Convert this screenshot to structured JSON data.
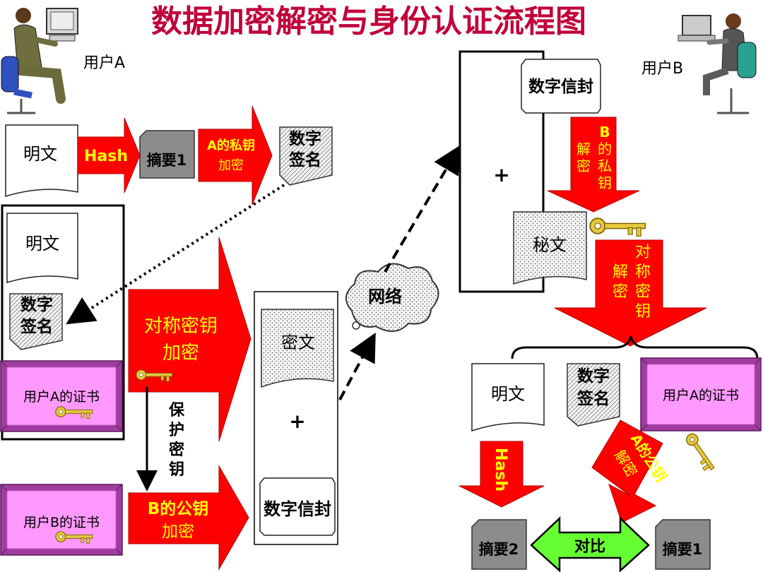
{
  "title": "数据加密解密与身份认证流程图",
  "user_a": "用户A",
  "user_b": "用户B",
  "left": {
    "plaintext": "明文",
    "hash_label": "Hash",
    "digest1": "摘要1",
    "sign_arrow": [
      "A的私钥",
      "加密"
    ],
    "signature": [
      "数字",
      "签名"
    ],
    "box_plaintext": "明文",
    "box_signature": [
      "数字",
      "签名"
    ],
    "cert_a": "用户A的证书",
    "sym_encrypt_arrow": [
      "对称密钥",
      "加密"
    ],
    "protect_key": [
      "保",
      "护",
      "密",
      "钥"
    ],
    "cert_b": "用户B的证书",
    "pub_encrypt_arrow": [
      "B的公钥",
      "加密"
    ]
  },
  "middle": {
    "ciphertext": "密文",
    "plus": "+",
    "envelope": "数字信封",
    "network": "网络"
  },
  "right": {
    "envelope": "数字信封",
    "plus": "+",
    "priv_decrypt_arrow": [
      "B",
      "的",
      "私",
      "钥"
    ],
    "priv_decrypt_arrow2": [
      "解",
      "密"
    ],
    "ciphertext": "秘文",
    "sym_decrypt_arrow": [
      "对",
      "称",
      "密",
      "钥"
    ],
    "sym_decrypt_arrow2": [
      "解",
      "密"
    ],
    "plaintext": "明文",
    "signature": [
      "数字",
      "签名"
    ],
    "cert_a": "用户A的证书",
    "hash_arrow": "Hash",
    "pub_decrypt_arrow": [
      "A的公钥",
      "解密"
    ],
    "digest2": "摘要2",
    "compare": "对比",
    "digest1": "摘要1"
  },
  "colors": {
    "title": "#c0003a",
    "arrow_red": "#ff0000",
    "arrow_text_yellow": "#ffff00",
    "arrow_text_white": "#ffffff",
    "cert_fill": "#ff99ff",
    "cert_border": "#a03ca0",
    "compare_green": "#66ff33",
    "digest_grey": "#8c8c8c",
    "key_gold": "#e8c840"
  },
  "icons": [
    "user-at-computer-icon",
    "golden-key-icon",
    "network-cloud-icon"
  ]
}
